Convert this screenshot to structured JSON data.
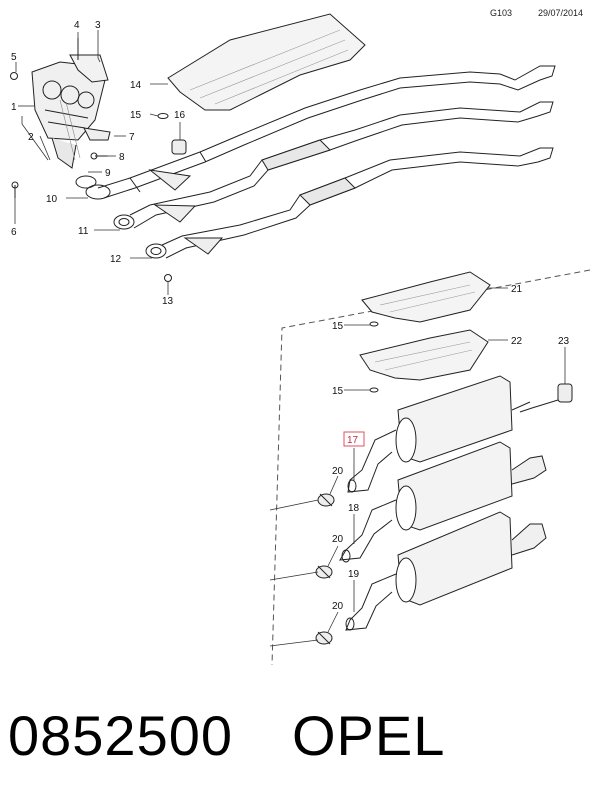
{
  "header": {
    "code": "G103",
    "date": "29/07/2014"
  },
  "footer": {
    "part_number": "0852500",
    "brand": "OPEL"
  },
  "callouts": {
    "c1": "1",
    "c2": "2",
    "c3": "3",
    "c4": "4",
    "c5": "5",
    "c6": "6",
    "c7": "7",
    "c8": "8",
    "c9": "9",
    "c10": "10",
    "c11": "11",
    "c12": "12",
    "c13": "13",
    "c14": "14",
    "c15a": "15",
    "c16": "16",
    "c17": "17",
    "c18": "18",
    "c19": "19",
    "c20a": "20",
    "c20b": "20",
    "c20c": "20",
    "c21": "21",
    "c22": "22",
    "c23": "23",
    "c15b": "15",
    "c15c": "15"
  },
  "colors": {
    "line": "#222222",
    "highlight_box": "#e05060"
  }
}
